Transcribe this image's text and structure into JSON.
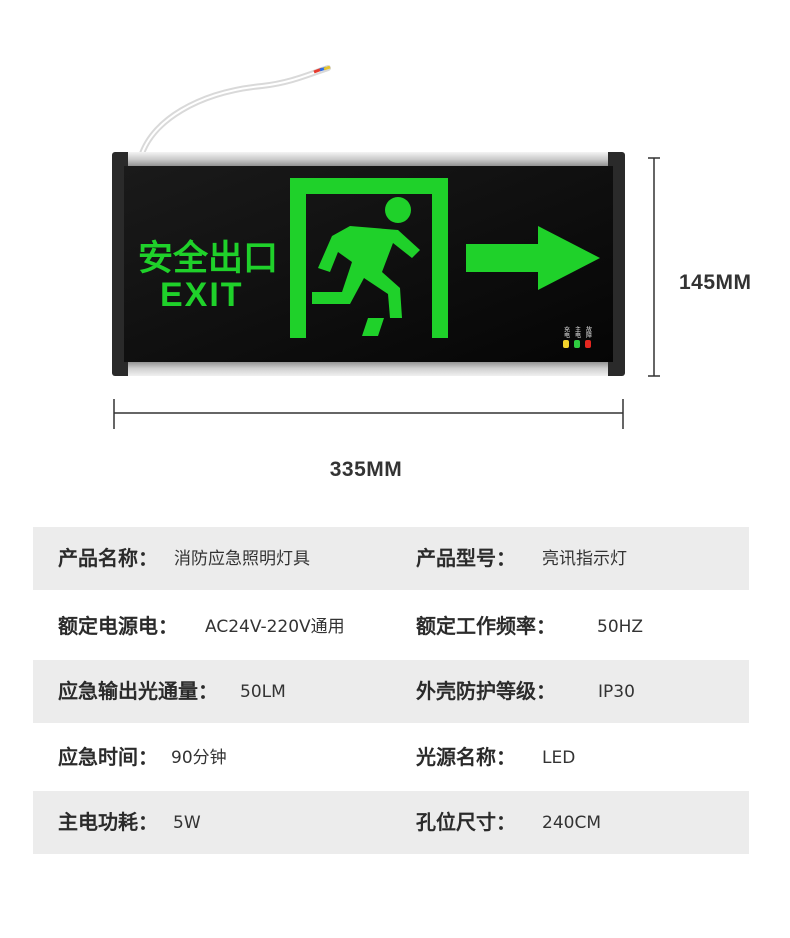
{
  "sign": {
    "title_cn": "安全出口",
    "title_en": "EXIT",
    "indicators": [
      {
        "label": "充电",
        "color": "#f2d22b"
      },
      {
        "label": "主电",
        "color": "#2ecc40"
      },
      {
        "label": "故障",
        "color": "#e5261f"
      }
    ],
    "glow_color": "#1fd12a"
  },
  "dimensions": {
    "width": "335MM",
    "height": "145MM"
  },
  "specs": [
    {
      "left_label": "产品名称：",
      "left_value": "消防应急照明灯具",
      "right_label": "产品型号：",
      "right_value": "亮讯指示灯"
    },
    {
      "left_label": "额定电源电：",
      "left_value": "AC24V-220V通用",
      "right_label": "额定工作频率：",
      "right_value": "50HZ"
    },
    {
      "left_label": "应急输出光通量：",
      "left_value": "50LM",
      "right_label": "外壳防护等级：",
      "right_value": "IP30"
    },
    {
      "left_label": "应急时间：",
      "left_value": "90分钟",
      "right_label": "光源名称：",
      "right_value": "LED"
    },
    {
      "left_label": "主电功耗：",
      "left_value": "5W",
      "right_label": "孔位尺寸：",
      "right_value": "240CM"
    }
  ]
}
